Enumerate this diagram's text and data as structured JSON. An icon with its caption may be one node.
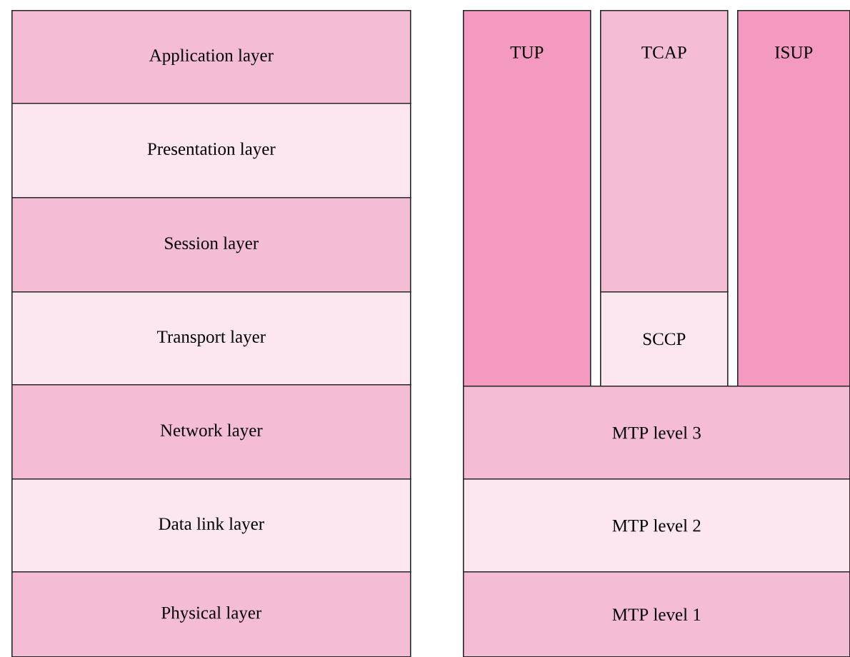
{
  "diagram": {
    "nodes": [
      {
        "text": [
          "Application layer"
        ]
      },
      {
        "text": [
          "Presentation layer"
        ]
      },
      {
        "text": [
          "Session layer"
        ]
      },
      {
        "text": [
          "Transport layer"
        ]
      },
      {
        "text": [
          "Network layer"
        ]
      },
      {
        "text": [
          "Data link layer"
        ]
      },
      {
        "text": [
          "Physical layer"
        ]
      },
      {
        "text": [
          "TUP"
        ]
      },
      {
        "text": [
          "TCAP"
        ]
      },
      {
        "text": [
          "ISUP"
        ]
      },
      {
        "text": [
          "SCCP"
        ]
      },
      {
        "text": [
          "MTP level 3"
        ]
      },
      {
        "text": [
          "MTP level 2"
        ]
      },
      {
        "text": [
          "MTP level 1"
        ]
      }
    ]
  }
}
